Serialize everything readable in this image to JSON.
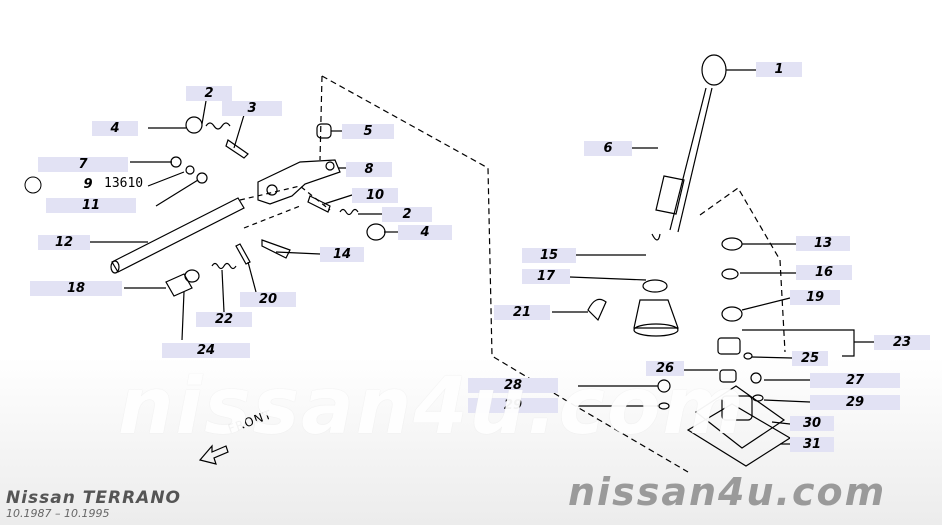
{
  "labels": {
    "l1": "1",
    "l2a": "2",
    "l2b": "2",
    "l3": "3",
    "l4a": "4",
    "l4b": "4",
    "l5": "5",
    "l6": "6",
    "l7": "7",
    "l8": "8",
    "l9": "9",
    "l10": "10",
    "l11": "11",
    "l12": "12",
    "l13": "13",
    "l14": "14",
    "l15": "15",
    "l16": "16",
    "l17": "17",
    "l18": "18",
    "l19": "19",
    "l20": "20",
    "l21": "21",
    "l22": "22",
    "l23": "23",
    "l24": "24",
    "l25": "25",
    "l26": "26",
    "l27": "27",
    "l28": "28",
    "l29a": "29",
    "l29b": "29",
    "l30": "30",
    "l31": "31"
  },
  "part_number": "13610",
  "front_label": "FRONT",
  "watermark_large": "nissan4u.com",
  "watermark_small": "nissan4u.com",
  "model": "Nissan TERRANO",
  "years": "10.1987 – 10.1995",
  "colors": {
    "label_bg": "#e2e2f4",
    "line": "#000000"
  }
}
